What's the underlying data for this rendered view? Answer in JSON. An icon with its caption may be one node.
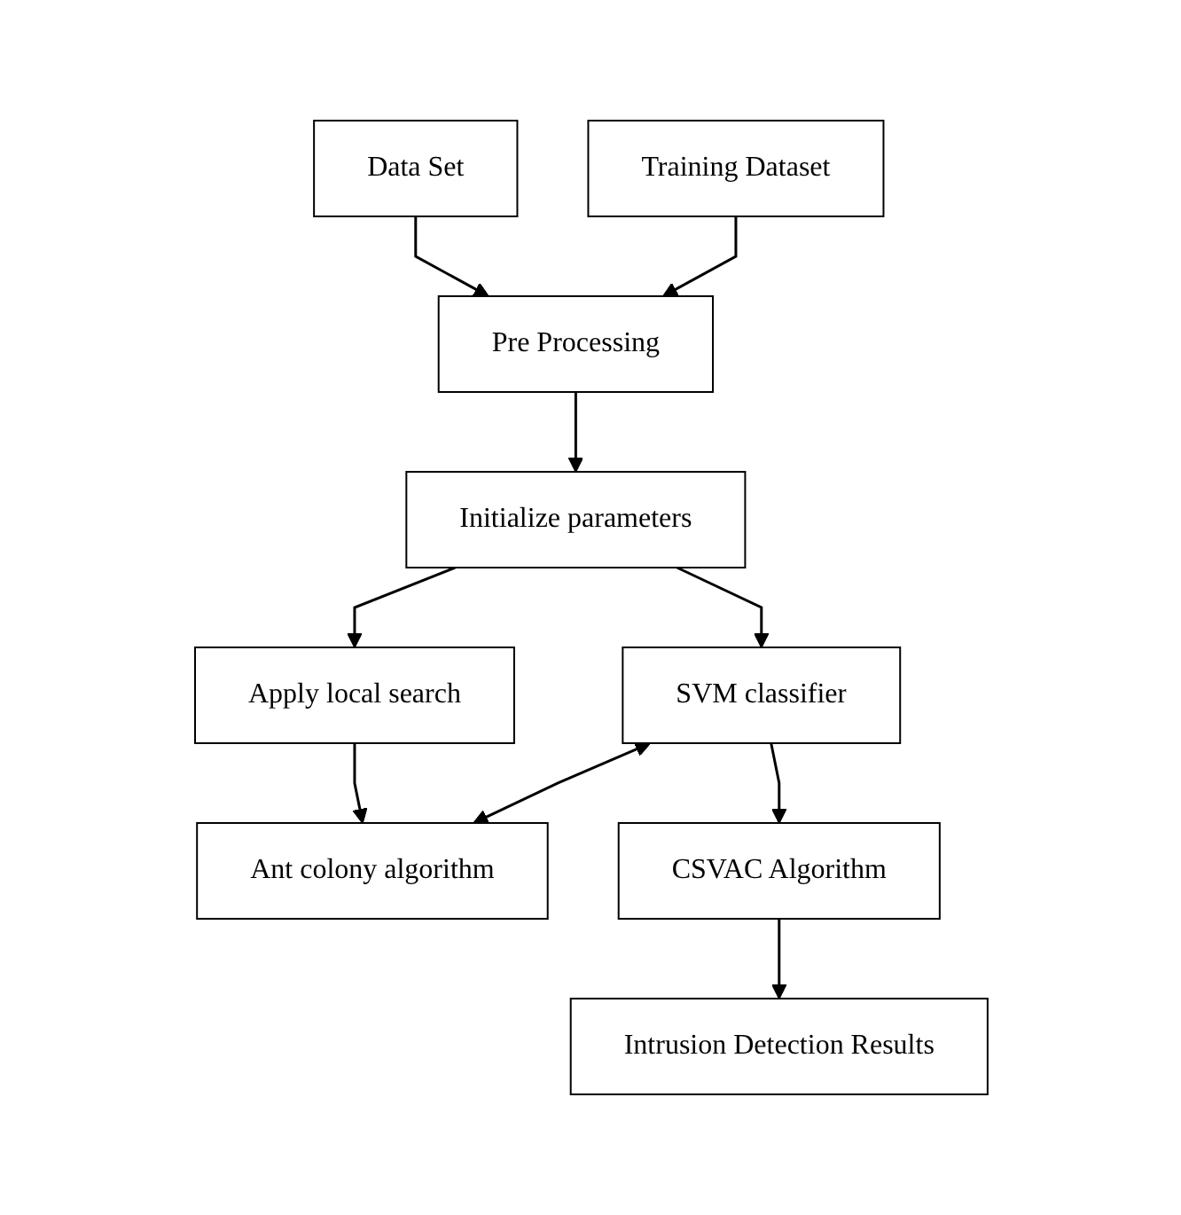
{
  "diagram": {
    "nodes": [
      {
        "text": [
          "Data Set"
        ]
      },
      {
        "text": [
          "Pre Processing"
        ]
      },
      {
        "text": [
          "Initialize parameters"
        ]
      },
      {
        "text": [
          "Apply local search"
        ]
      },
      {
        "text": [
          "Training Dataset"
        ]
      },
      {
        "text": [
          "SVM classifier"
        ]
      },
      {
        "text": [
          "Ant colony algorithm"
        ]
      },
      {
        "text": [
          "CSVAC Algorithm"
        ]
      },
      {
        "text": [
          "Intrusion Detection Results"
        ]
      }
    ],
    "edges": [
      {
        "from": 0,
        "to": 1,
        "arrow": "to"
      },
      {
        "from": 1,
        "to": 2,
        "arrow": "to"
      },
      {
        "from": 2,
        "to": 3,
        "arrow": "to"
      },
      {
        "from": 4,
        "to": 1,
        "arrow": "to"
      },
      {
        "from": 2,
        "to": 5,
        "arrow": "to"
      },
      {
        "from": 3,
        "to": 6,
        "arrow": "to"
      },
      {
        "from": 5,
        "to": 6,
        "arrow": "both"
      },
      {
        "from": 5,
        "to": 7,
        "arrow": "to"
      },
      {
        "from": 7,
        "to": 8,
        "arrow": "to"
      }
    ]
  }
}
